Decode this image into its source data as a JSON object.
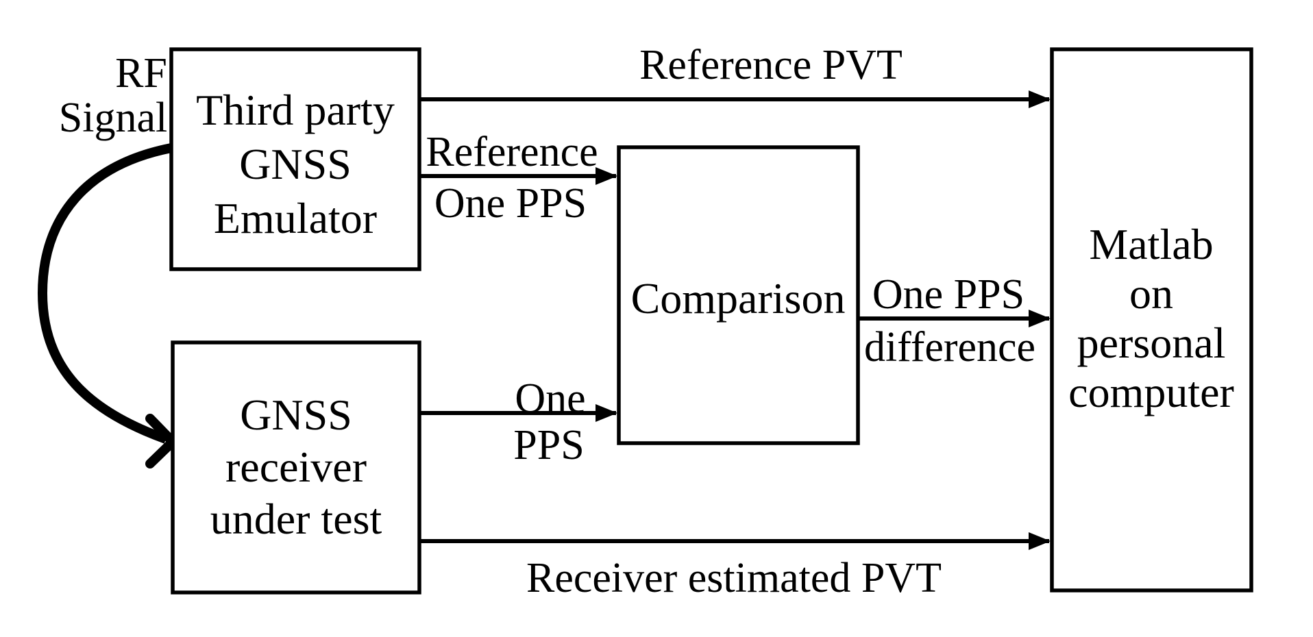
{
  "diagram": {
    "title": "GNSS receiver one-PPS test setup block diagram",
    "colors": {
      "ink": "#000000",
      "paper": "#ffffff"
    },
    "boxes": {
      "emulator": {
        "lines": [
          "Third party",
          "GNSS",
          "Emulator"
        ]
      },
      "receiver": {
        "lines": [
          "GNSS",
          "receiver",
          "under test"
        ]
      },
      "comparison": {
        "lines": [
          "Comparison"
        ]
      },
      "matlab": {
        "lines": [
          "Matlab",
          "on",
          "personal",
          "computer"
        ]
      }
    },
    "labels": {
      "rf_signal": {
        "lines": [
          "RF",
          "Signal"
        ]
      },
      "reference_pvt": "Reference PVT",
      "reference_one_pps": {
        "lines": [
          "Reference",
          "One PPS"
        ]
      },
      "one_pps": {
        "lines": [
          "One",
          "PPS"
        ]
      },
      "one_pps_difference": {
        "lines": [
          "One PPS",
          "difference"
        ]
      },
      "receiver_estimated_pvt": "Receiver estimated PVT"
    }
  }
}
